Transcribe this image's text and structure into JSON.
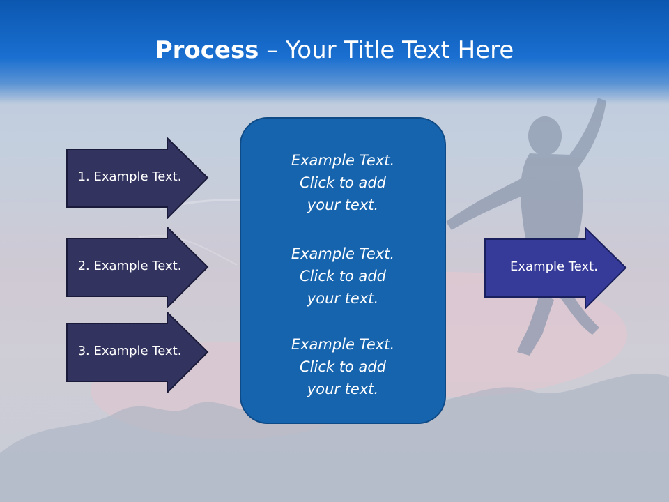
{
  "slide": {
    "title_bold": "Process",
    "title_rest": " – Your Title Text Here"
  },
  "left_arrows": [
    {
      "label": "1. Example Text."
    },
    {
      "label": "2. Example Text."
    },
    {
      "label": "3. Example Text."
    }
  ],
  "center_box": {
    "blocks": [
      {
        "line1": "Example Text.",
        "line2": "Click  to add",
        "line3": "your text."
      },
      {
        "line1": "Example Text.",
        "line2": "Click  to add",
        "line3": "your text."
      },
      {
        "line1": "Example Text.",
        "line2": "Click  to add",
        "line3": "your text."
      }
    ]
  },
  "right_arrow": {
    "label": "Example Text."
  },
  "colors": {
    "title_bar": "#1a6fd0",
    "arrow_fill": "#33335f",
    "right_arrow_fill": "#363b99",
    "center_box_fill": "#1764ae"
  }
}
